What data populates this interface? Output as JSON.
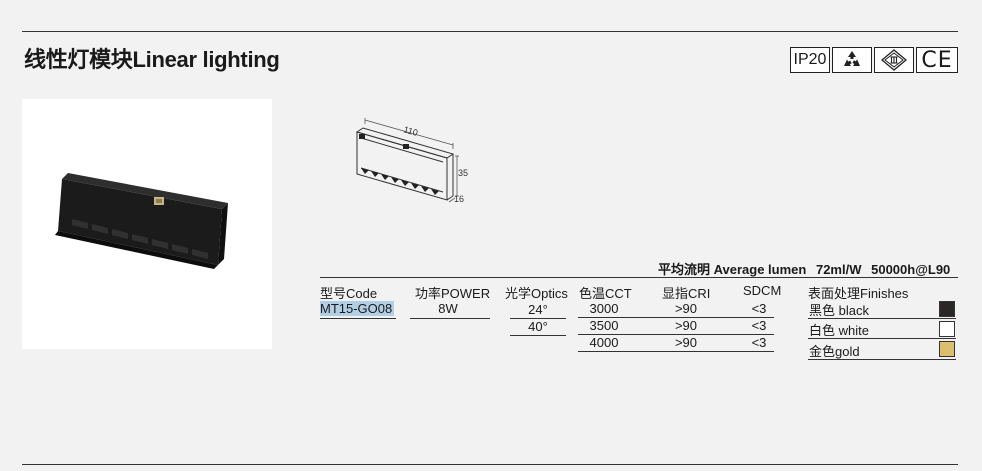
{
  "title": "线性灯模块Linear lighting",
  "certs": {
    "ip": "IP20",
    "recycle_icon": "recycle-icon",
    "class3_icon": "class-iii-icon",
    "ce": "CE"
  },
  "drawing": {
    "length_dim": "110",
    "height_dim": "35",
    "width_dim": "16"
  },
  "summary": {
    "avg_lumen": "平均流明 Average lumen",
    "efficacy": "72ml/W",
    "lifetime": "50000h@L90"
  },
  "table": {
    "headers": {
      "code": "型号Code",
      "power": "功率POWER",
      "optics": "光学Optics",
      "cct": "色温CCT",
      "cri": "显指CRI",
      "sdcm": "SDCM",
      "finishes": "表面处理Finishes"
    },
    "code": "MT15-GO08",
    "power": "8W",
    "optics": [
      "24°",
      "40°"
    ],
    "cct": [
      "3000",
      "3500",
      "4000"
    ],
    "cri": [
      ">90",
      ">90",
      ">90"
    ],
    "sdcm": [
      "<3",
      "<3",
      "<3"
    ],
    "finishes": [
      {
        "label": "黑色 black",
        "color": "#2b2727"
      },
      {
        "label": "白色 white",
        "color": "#ffffff"
      },
      {
        "label": "金色gold",
        "color": "#dcbf6e"
      }
    ]
  }
}
